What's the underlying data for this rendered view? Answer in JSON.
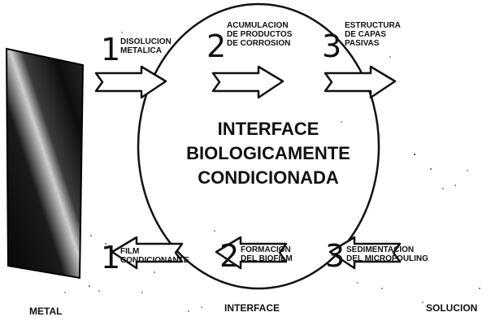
{
  "steps_top": [
    {
      "number": "1",
      "label": "DISOLUCION\nMETALICA"
    },
    {
      "number": "2",
      "label": "ACUMULACION\nDE PRODUCTOS\nDE CORROSION"
    },
    {
      "number": "3",
      "label": "ESTRUCTURA\nDE CAPAS\nPASIVAS"
    }
  ],
  "steps_bottom": [
    {
      "number": "1",
      "label": "FILM\nCONDICIONANTE"
    },
    {
      "number": "2",
      "label": "FORMACION\nDEL BIOFILM"
    },
    {
      "number": "3",
      "label": "SEDIMENTACION\nDEL MICROFOULING"
    }
  ],
  "center": {
    "line1": "INTERFACE",
    "line2": "BIOLOGICAMENTE",
    "line3": "CONDICIONADA"
  },
  "zones": {
    "metal": "METAL",
    "interface": "INTERFACE",
    "solution": "SOLUCION"
  },
  "colors": {
    "metal_dark": "#0c0c0c",
    "metal_light": "#d8d8d8",
    "arrow_fill": "#ffffff",
    "ink": "#111111"
  }
}
